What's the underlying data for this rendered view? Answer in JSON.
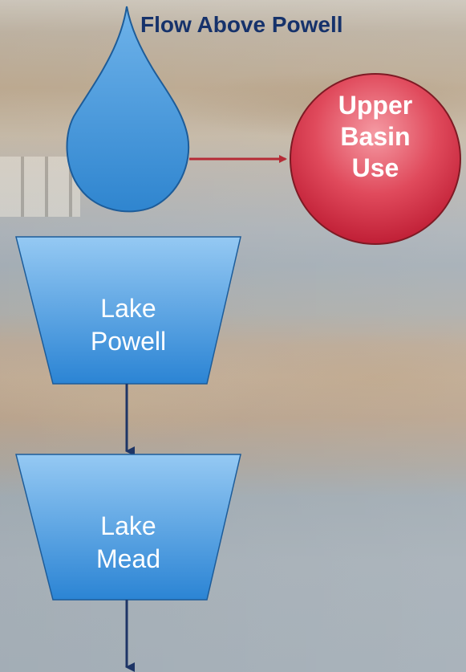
{
  "title": "Flow Above Powell",
  "nodes": {
    "upper_basin_use": {
      "line1": "Upper",
      "line2": "Basin",
      "line3": "Use"
    },
    "lake_powell": {
      "line1": "Lake",
      "line2": "Powell"
    },
    "lake_mead": {
      "line1": "Lake",
      "line2": "Mead"
    }
  },
  "colors": {
    "drop_blue": "#3e93d6",
    "drop_stroke": "#1d5c99",
    "use_red": "#d3324a",
    "use_stroke": "#7e1a24",
    "reservoir_top": "#8fc5f1",
    "reservoir_bottom": "#2f88d6",
    "arrow_red": "#b52a35",
    "arrow_navy": "#1e3566",
    "title_navy": "#16326b"
  }
}
